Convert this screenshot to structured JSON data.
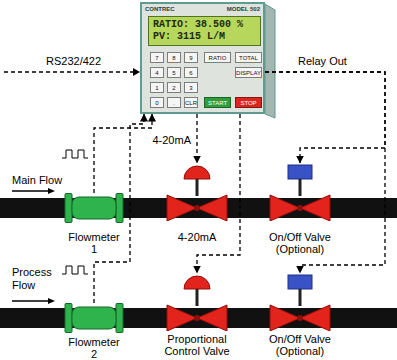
{
  "diagram": {
    "nodes": [
      {
        "text": [
          "CONTREC",
          "MODEL 502"
        ]
      },
      {
        "text": [
          "RATIO: 38.500 %",
          "PV: 3115 L/M"
        ],
        "in": 0
      },
      {
        "text": [
          "7"
        ],
        "in": 0
      },
      {
        "text": [
          "8"
        ],
        "in": 0
      },
      {
        "text": [
          "9"
        ],
        "in": 0
      },
      {
        "text": [
          "4"
        ],
        "in": 0
      },
      {
        "text": [
          "5"
        ],
        "in": 0
      },
      {
        "text": [
          "6"
        ],
        "in": 0
      },
      {
        "text": [
          "1"
        ],
        "in": 0
      },
      {
        "text": [
          "2"
        ],
        "in": 0
      },
      {
        "text": [
          "3"
        ],
        "in": 0
      },
      {
        "text": [
          "0"
        ],
        "in": 0
      },
      {
        "text": [
          "."
        ],
        "in": 0
      },
      {
        "text": [
          "CLR"
        ],
        "in": 0
      },
      {
        "text": [
          "RATIO"
        ],
        "in": 0
      },
      {
        "text": [
          "TOTAL"
        ],
        "in": 0
      },
      {
        "text": [
          "DISPLAY"
        ],
        "in": 0
      },
      {
        "text": [
          "START"
        ],
        "in": 0
      },
      {
        "text": [
          "STOP"
        ],
        "in": 0
      },
      {
        "text": [
          "Flowmeter 1"
        ]
      },
      {
        "text": [
          "4-20mA"
        ]
      },
      {
        "text": [
          "On/Off Valve (Optional)"
        ]
      },
      {
        "text": [
          "Flowmeter 2"
        ]
      },
      {
        "text": [
          "Proportional Control Valve"
        ]
      },
      {
        "text": [
          "On/Off Valve (Optional)"
        ]
      }
    ],
    "edges": [
      {
        "from": 19,
        "to": 0,
        "arrow": "to"
      },
      {
        "from": 22,
        "to": 0,
        "arrow": "to"
      },
      {
        "from": 0,
        "to": 20,
        "label": "4-20mA",
        "arrow": "to"
      },
      {
        "from": 0,
        "to": 23,
        "arrow": "to"
      },
      {
        "from": 0,
        "to": 21,
        "arrow": "to"
      },
      {
        "from": 0,
        "to": 24,
        "arrow": "to"
      }
    ],
    "labels": [
      "RS232/422",
      "Relay Out",
      "Main Flow",
      "Process Flow"
    ]
  }
}
